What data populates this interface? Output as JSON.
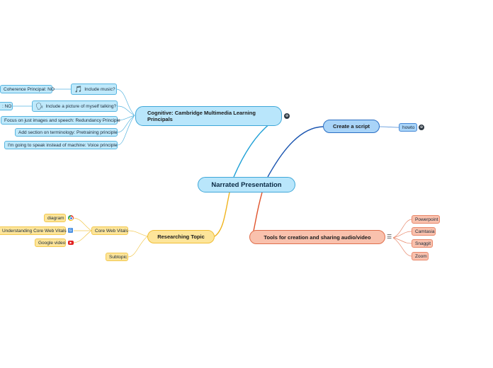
{
  "root": {
    "label": "Narrated Presentation"
  },
  "cognitive": {
    "label": "Cognitive: Cambridge Multimedia Learning Principals",
    "children": [
      {
        "label": "Include music?",
        "icon": "music-note-icon",
        "children": [
          {
            "label": "Coherence Principal: NO"
          }
        ]
      },
      {
        "label": "Include a picture of myself talking?",
        "icon": "speaking-head-icon",
        "children": [
          {
            "label": ": NO"
          }
        ]
      },
      {
        "label": "Focus on just images and speech: Redundancy Principle"
      },
      {
        "label": "Add section on terminology: Pretraining principle"
      },
      {
        "label": "I'm going to speak instead of machine: Voice principle"
      }
    ]
  },
  "script": {
    "label": "Create a script",
    "children": [
      {
        "label": "howto"
      }
    ]
  },
  "research": {
    "label": "Researching Topic",
    "children": [
      {
        "label": "Core Web Vitals",
        "children": [
          {
            "label": "diagram",
            "icon": "chrome-icon"
          },
          {
            "label": "Understanding Core  Web Vitals",
            "icon": "translate-icon"
          },
          {
            "label": "Google video",
            "icon": "youtube-icon"
          }
        ]
      },
      {
        "label": "Subtopic"
      }
    ]
  },
  "tools": {
    "label": "Tools for creation and sharing audio/video",
    "children": [
      {
        "label": "Powerpoint"
      },
      {
        "label": "Camtasia"
      },
      {
        "label": "Snaggit"
      },
      {
        "label": "Zoom"
      }
    ]
  },
  "colors": {
    "blue_branch": "#1fa0d6",
    "navy_branch": "#1a55b0",
    "yellow_branch": "#f0b41e",
    "red_branch": "#e0552e"
  }
}
